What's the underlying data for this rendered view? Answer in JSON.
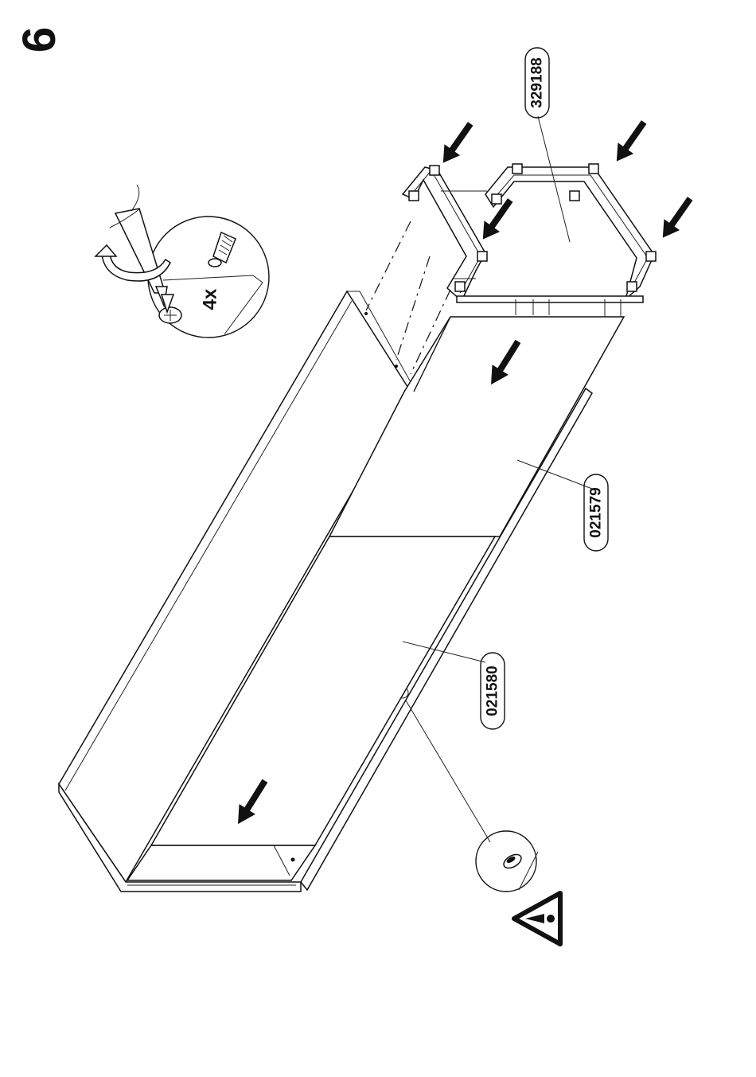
{
  "step": {
    "number": "9"
  },
  "parts": [
    {
      "code": "329188"
    },
    {
      "code": "021579"
    },
    {
      "code": "021580"
    }
  ],
  "screw_detail": {
    "quantity": "4x"
  },
  "icons": {
    "warning": "warning-triangle-icon",
    "screwdriver": "screwdriver-icon",
    "screw": "screw-icon",
    "rotate": "rotate-arrow-icon"
  },
  "colors": {
    "ink": "#111111",
    "paper": "#ffffff"
  }
}
